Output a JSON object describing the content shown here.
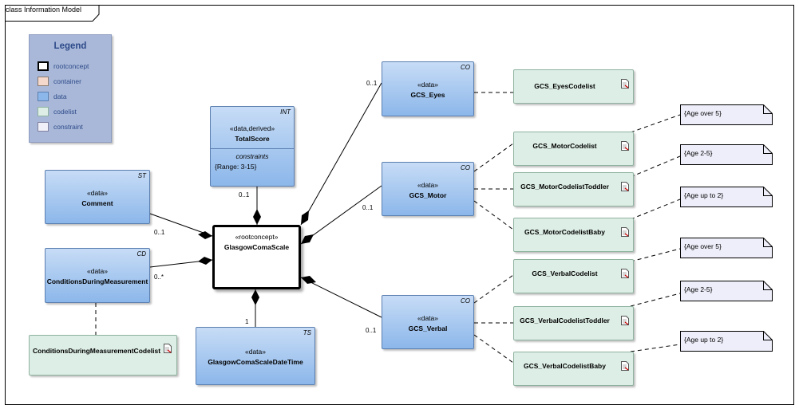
{
  "frame": {
    "title": "class Information Model"
  },
  "legend": {
    "title": "Legend",
    "items": [
      {
        "label": "rootconcept",
        "color": "#ffffff",
        "border": "#000000"
      },
      {
        "label": "container",
        "color": "#f4d8cc",
        "border": "#8a7a70"
      },
      {
        "label": "data",
        "color": "#8cb7ea",
        "border": "#5b7fb0"
      },
      {
        "label": "codelist",
        "color": "#ddeee6",
        "border": "#8fb3a0"
      },
      {
        "label": "constraint",
        "color": "#f0f0f8",
        "border": "#8080a0"
      }
    ]
  },
  "root": {
    "stereotype": "«rootconcept»",
    "name": "GlasgowComaScale"
  },
  "total_score": {
    "tag": "INT",
    "stereotype": "«data,derived»",
    "name": "TotalScore",
    "constraints_label": "constraints",
    "constraint": "{Range: 3-15}"
  },
  "comment": {
    "tag": "ST",
    "stereotype": "«data»",
    "name": "Comment"
  },
  "conditions": {
    "tag": "CD",
    "stereotype": "«data»",
    "name": "ConditionsDuringMeasurement"
  },
  "conditions_codelist": {
    "name": "ConditionsDuringMeasurementCodelist"
  },
  "datetime": {
    "tag": "TS",
    "stereotype": "«data»",
    "name": "GlasgowComaScaleDateTime"
  },
  "eyes": {
    "tag": "CO",
    "stereotype": "«data»",
    "name": "GCS_Eyes"
  },
  "motor": {
    "tag": "CO",
    "stereotype": "«data»",
    "name": "GCS_Motor"
  },
  "verbal": {
    "tag": "CO",
    "stereotype": "«data»",
    "name": "GCS_Verbal"
  },
  "codelists": {
    "eyes": "GCS_EyesCodelist",
    "motor": "GCS_MotorCodelist",
    "motor_toddler": "GCS_MotorCodelistToddler",
    "motor_baby": "GCS_MotorCodelistBaby",
    "verbal": "GCS_VerbalCodelist",
    "verbal_toddler": "GCS_VerbalCodelistToddler",
    "verbal_baby": "GCS_VerbalCodelistBaby"
  },
  "notes": {
    "motor_over5": "{Age over 5}",
    "motor_2_5": "{Age 2-5}",
    "motor_upto2": "{Age up to 2}",
    "verbal_over5": "{Age over 5}",
    "verbal_2_5": "{Age 2-5}",
    "verbal_upto2": "{Age up to 2}"
  },
  "multiplicities": {
    "total_score": "0..1",
    "comment": "0..1",
    "conditions": "0..*",
    "datetime": "1",
    "eyes": "0..1",
    "motor": "0..1",
    "verbal": "0..1"
  }
}
